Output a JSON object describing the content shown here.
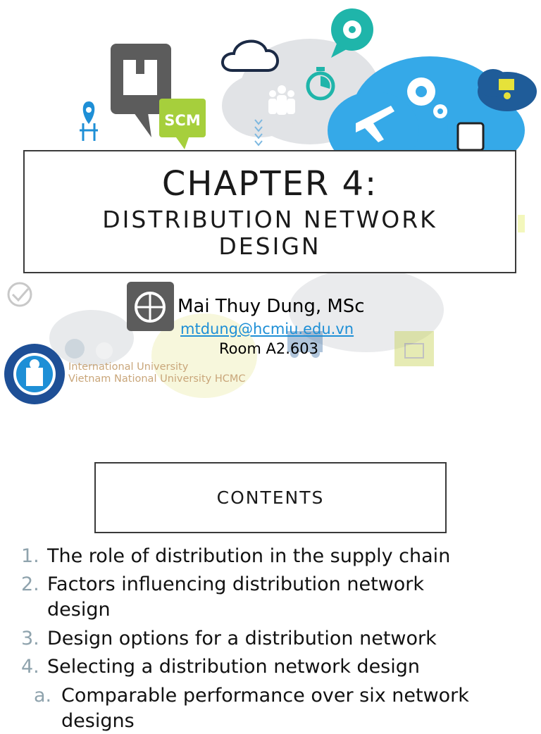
{
  "title": {
    "chapter": "CHAPTER 4:",
    "subtitle_line1": "DISTRIBUTION NETWORK",
    "subtitle_line2": "DESIGN"
  },
  "author": {
    "name": "Mai Thuy Dung, MSc",
    "email": "mtdung@hcmiu.edu.vn",
    "room": "Room A2.603"
  },
  "university": {
    "line1": "International University",
    "line2": "Vietnam National University HCMC"
  },
  "illustration": {
    "scm_badge": "SCM"
  },
  "contents": {
    "heading": "CONTENTS",
    "items": [
      {
        "num": "1.",
        "text": "The role of distribution in the supply chain"
      },
      {
        "num": "2.",
        "text": "Factors influencing distribution network",
        "text2": "design"
      },
      {
        "num": "3.",
        "text": "Design options for a distribution network"
      },
      {
        "num": "4.",
        "text": "Selecting a distribution network design"
      },
      {
        "num": "a.",
        "text": "Comparable performance over six network",
        "text2": "designs"
      }
    ]
  },
  "colors": {
    "accent_blue": "#1e8fd6",
    "cloud_blue": "#35a9e8",
    "scm_green": "#a6cf3c",
    "teal": "#1fb5aa",
    "dark_gray": "#5c5c5c",
    "number_gray": "#8fa3ad"
  }
}
